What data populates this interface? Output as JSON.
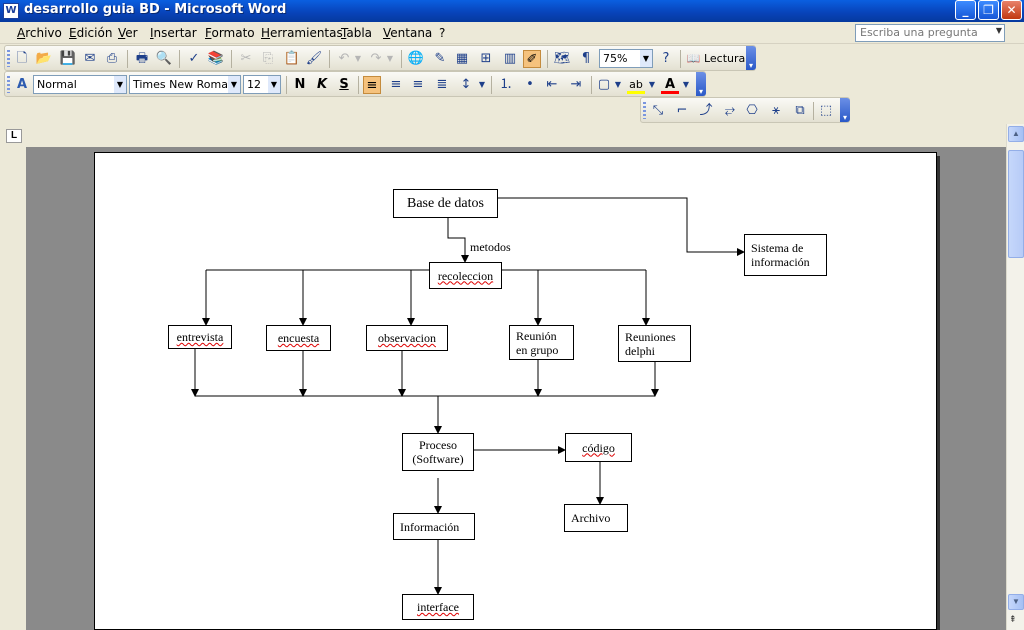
{
  "window": {
    "title": "desarrollo guia BD - Microsoft Word",
    "app_icon": "W",
    "controls": [
      "_",
      "❐",
      "✕"
    ]
  },
  "menubar": {
    "items": [
      "Archivo",
      "Edición",
      "Ver",
      "Insertar",
      "Formato",
      "Herramientas",
      "Tabla",
      "Ventana",
      "?"
    ],
    "help_placeholder": "Escriba una pregunta"
  },
  "toolbar_standard": {
    "zoom": "75%",
    "reading_label": "Lectura"
  },
  "toolbar_format": {
    "style": "Normal",
    "font": "Times New Roman",
    "size": "12",
    "bold": "N",
    "italic": "K",
    "underline": "S",
    "font_color_letter": "A",
    "highlight_letter": "ab"
  },
  "ruler": {
    "tab_marker": "L"
  },
  "diagram": {
    "nodes": {
      "base": "Base de datos",
      "sistema": "Sistema de\ninformación",
      "recoleccion": "recoleccion",
      "entrevista": "entrevista",
      "encuesta": "encuesta",
      "observacion": "observacion",
      "reunion": "Reunión\nen grupo",
      "reuniones": "Reuniones\ndelphi",
      "proceso": "Proceso\n(Software)",
      "codigo": "código",
      "informacion": "Información",
      "archivo": "Archivo",
      "interface": "interface"
    },
    "edge_label_metodos": "metodos"
  }
}
